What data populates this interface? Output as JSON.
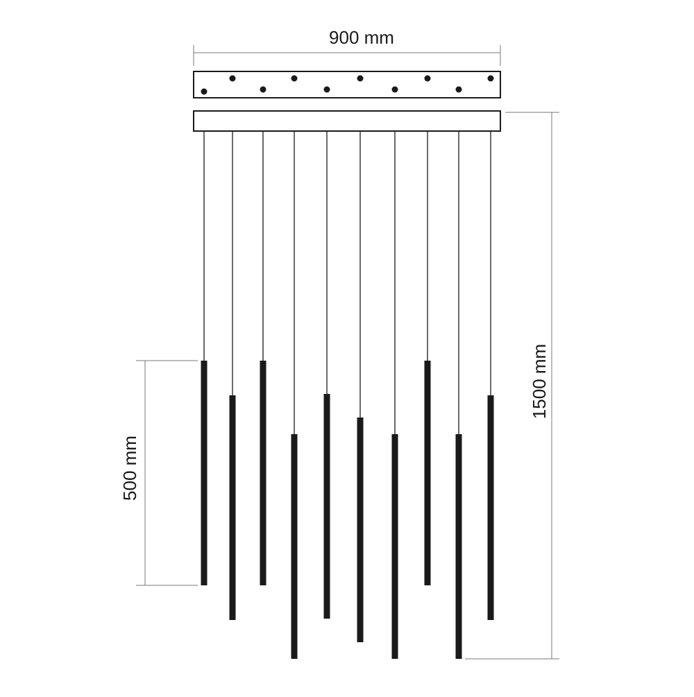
{
  "dimensions": {
    "width_label": "900 mm",
    "height_label": "1500 mm",
    "rod_length_label": "500 mm"
  },
  "colors": {
    "line": "#1a1a1a",
    "rod": "#1a1a1a",
    "dimension_line": "#777777"
  },
  "canopy": {
    "mounting_points": 10
  },
  "pendants": {
    "count": 10
  }
}
